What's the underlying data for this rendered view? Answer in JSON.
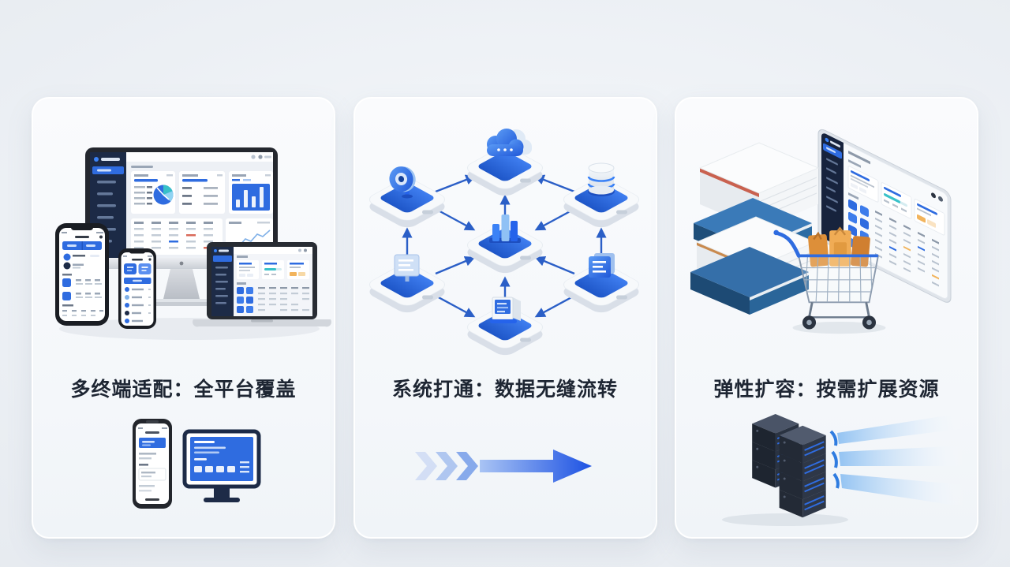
{
  "cards": [
    {
      "id": "multi-terminal",
      "caption": "多终端适配：全平台覆盖",
      "illustration": "device-cluster-dashboards",
      "bottom_illustration": "mini-phone-and-desktop"
    },
    {
      "id": "system-integration",
      "caption": "系统打通：数据无缝流转",
      "illustration": "connected-isometric-nodes",
      "bottom_illustration": "flow-arrow-right"
    },
    {
      "id": "elastic-scaling",
      "caption": "弹性扩容：按需扩展资源",
      "illustration": "books-cart-dashboard",
      "bottom_illustration": "server-stack-light-beams"
    }
  ],
  "icons": {
    "card2_nodes": [
      "cloud-icon",
      "disc-gauge-icon",
      "database-icon",
      "bar-chart-icon",
      "document-light-icon",
      "document-blue-icon",
      "computer-icon"
    ],
    "card3_items": [
      "books-stack",
      "shopping-cart",
      "orange-bags",
      "tilted-dashboard"
    ],
    "bottom_items": [
      "smartphone-icon",
      "monitor-icon",
      "arrow-right-icon",
      "server-rack-icon",
      "light-beam-icon"
    ]
  },
  "colors": {
    "primary_blue": "#2f6ce0",
    "deep_blue": "#1d52e3",
    "light_blue": "#7fb3f2",
    "navy_sidebar": "#1c2a46",
    "teal": "#39c2c9",
    "orange_bag": "#e8993f",
    "yellow_chip": "#f2b45c",
    "server_dark": "#232a36",
    "beam_blue": "#9ec9f1",
    "card_background": "#f7f9fb",
    "page_background": "#e6eaef",
    "caption_text": "#1e2633",
    "arrow_stroke": "#2b5fc7"
  }
}
